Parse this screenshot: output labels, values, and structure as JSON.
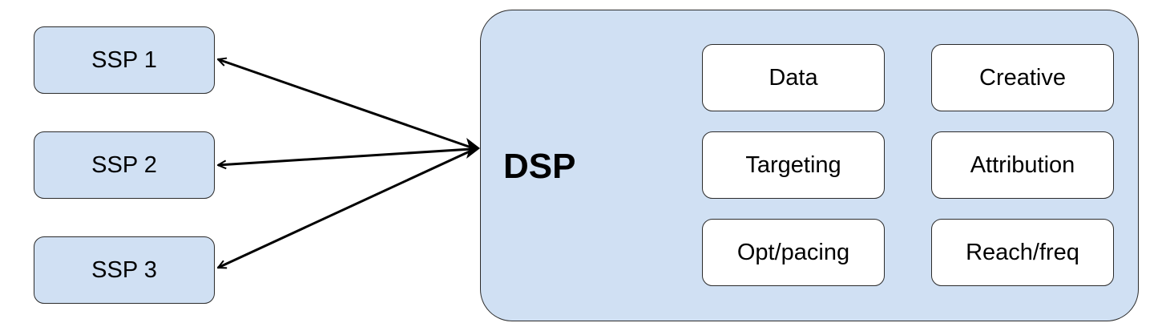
{
  "ssps": [
    {
      "label": "SSP 1"
    },
    {
      "label": "SSP 2"
    },
    {
      "label": "SSP 3"
    }
  ],
  "dsp": {
    "title": "DSP",
    "modules": [
      {
        "label": "Data"
      },
      {
        "label": "Creative"
      },
      {
        "label": "Targeting"
      },
      {
        "label": "Attribution"
      },
      {
        "label": "Opt/pacing"
      },
      {
        "label": "Reach/freq"
      }
    ]
  },
  "colors": {
    "box_fill": "#d0e0f3",
    "module_fill": "#ffffff",
    "stroke": "#2b2b2b",
    "edge": "#000000"
  }
}
